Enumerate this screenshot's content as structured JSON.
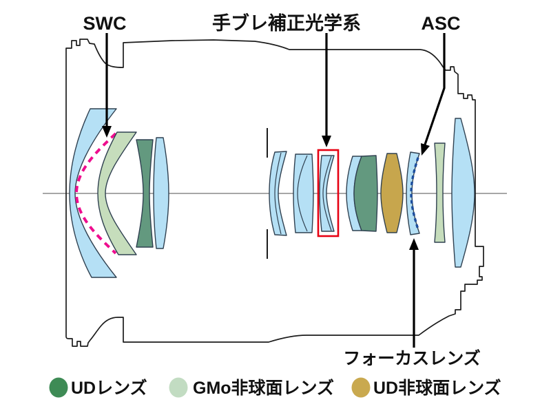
{
  "labels": {
    "swc": "SWC",
    "stabilizer": "手ブレ補正光学系",
    "asc": "ASC",
    "focus": "フォーカスレンズ"
  },
  "legend": {
    "items": [
      {
        "id": "ud-lens",
        "label": "UDレンズ",
        "color": "#3e8b55"
      },
      {
        "id": "gmo-aspherical-lens",
        "label": "GMo非球面レンズ",
        "color": "#c2dcc2"
      },
      {
        "id": "ud-aspherical-lens",
        "label": "UD非球面レンズ",
        "color": "#c9a94f"
      }
    ]
  },
  "colors": {
    "glass": "#b5e0f5",
    "ud_glass": "#63997f",
    "gmo_glass": "#c6ddbc",
    "ud_aspherical_glass": "#c7a64d",
    "swc_coating": "#ee0d8e",
    "asc_coating": "#1d4e9e",
    "stabilizer_box": "#e60012",
    "axis": "#8a8a8a",
    "outline": "#1b1b1b",
    "lens_stroke": "#2f4050",
    "arrow": "#000000"
  },
  "elements": {
    "front_element": "blue glass with SWC coating (magenta dashed surface)",
    "gmo_aspherical_front": "light green meniscus",
    "ud_front": "dark green biconcave",
    "stabilizer_unit": "thin blue lens inside red box",
    "ud_doublet": "blue + dark green cemented doublet",
    "ud_aspherical": "gold biconvex",
    "focus_lens": "thin blue lens with ASC coating (blue dashed surface)",
    "gmo_aspherical_rear": "light green thin plate",
    "rear_element": "large blue biconvex"
  }
}
